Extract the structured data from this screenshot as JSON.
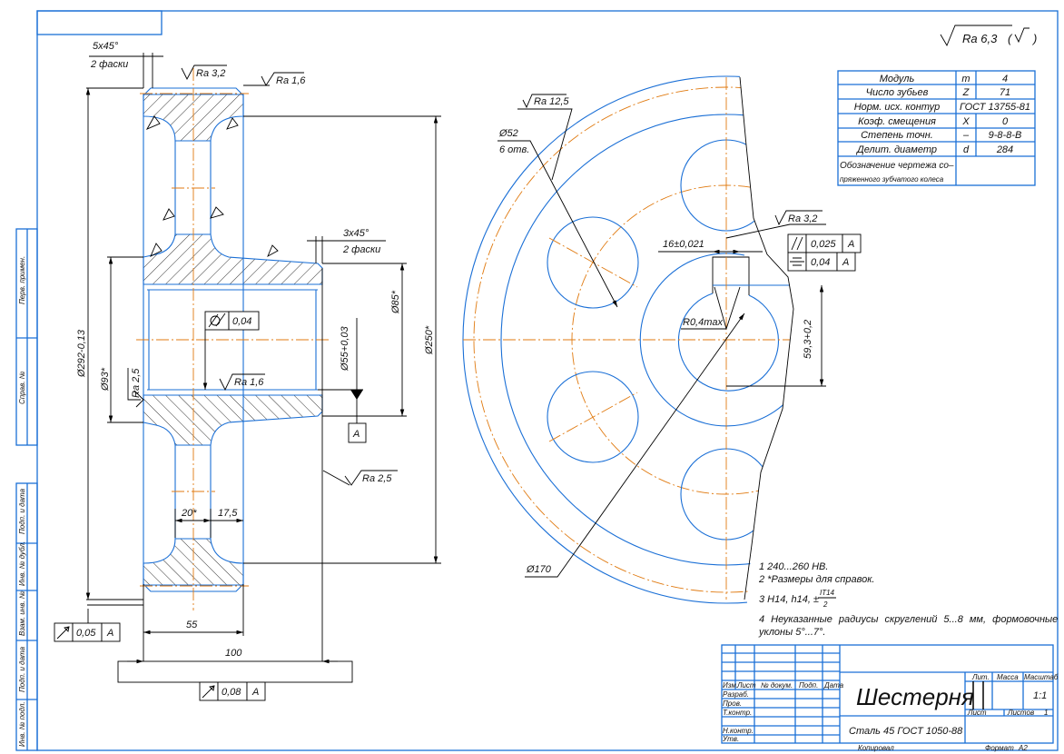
{
  "general_roughness": "Ra 6,3",
  "side_stamp": [
    "Перв. примен.",
    "Справ. №",
    "Подп. и дата",
    "Инв. № дубл.",
    "Взам. инв. №",
    "Подп. и дата",
    "Инв. № подл."
  ],
  "params_table": {
    "rows": [
      {
        "name": "Модуль",
        "symbol": "m",
        "value": "4"
      },
      {
        "name": "Число зубьев",
        "symbol": "Z",
        "value": "71"
      },
      {
        "name": "Норм. исх. контур",
        "value": "ГОСТ 13755-81"
      },
      {
        "name": "Коэф. смещения",
        "symbol": "X",
        "value": "0"
      },
      {
        "name": "Степень точн.",
        "symbol": "–",
        "value": "9-8-8-B"
      },
      {
        "name": "Делит. диаметр",
        "symbol": "d",
        "value": "284"
      }
    ],
    "mating_line1": "Обозначение чертежа со–",
    "mating_line2": "пряженного зубчатого колеса"
  },
  "section_view": {
    "chamfer_top": "5x45°",
    "chamfer_top_note": "2 фаски",
    "ra_tip": "Ra 3,2",
    "ra_side": "Ra 1,6",
    "chamfer_hub": "3x45°",
    "chamfer_hub_note": "2 фаски",
    "dia_tip": "Ø292-0,13",
    "dia_hub_left": "Ø93*",
    "ra_hub_face": "Ra 2,5",
    "roundness_value": "0,04",
    "ra_bore": "Ra 1,6",
    "dia_bore": "Ø55+0,03",
    "dia_hub_right": "Ø85*",
    "dia_rim": "Ø250*",
    "datum": "A",
    "ra_face": "Ra 2,5",
    "dim_web": "20*",
    "dim_web_offset": "17,5",
    "dim_rim_width": "55",
    "dim_total_width": "100",
    "runout_rim_value": "0,05",
    "runout_rim_datum": "A",
    "runout_face_value": "0,08",
    "runout_face_datum": "A"
  },
  "front_view": {
    "ra_holes": "Ra 12,5",
    "hole_dia": "Ø52",
    "hole_count": "6 отв.",
    "ra_keyway": "Ra 3,2",
    "keyway_width": "16±0,021",
    "parallelism_value": "0,025",
    "parallelism_datum": "A",
    "symmetry_value": "0,04",
    "symmetry_datum": "A",
    "fillet_radius": "R0,4max",
    "keyway_depth": "59,3+0,2",
    "hole_circle_dia": "Ø170"
  },
  "notes": [
    "1 240...260 HB.",
    "2  *Размеры для справок.",
    "3 H14, h14, ±",
    "4 Неуказанные радиусы скруглений 5...8 мм, формовочные",
    "уклоны 5°...7°."
  ],
  "note3_fraction_num": "IT14",
  "note3_fraction_den": "2",
  "title_block": {
    "title": "Шестерня",
    "material": "Сталь 45 ГОСТ 1050-88",
    "headers": [
      "Изм.",
      "Лист",
      "№ докум.",
      "Подп.",
      "Дата"
    ],
    "roles": [
      "Разраб.",
      "Пров.",
      "Т.контр.",
      "Н.контр.",
      "Утв."
    ],
    "lit_label": "Лит.",
    "mass_label": "Масса",
    "scale_label": "Масштаб",
    "scale_value": "1:1",
    "sheet_label": "Лист",
    "sheets_label": "Листов",
    "sheets_value": "1",
    "copied_label": "Копировал",
    "format_label": "Формат",
    "format_value": "А2"
  }
}
